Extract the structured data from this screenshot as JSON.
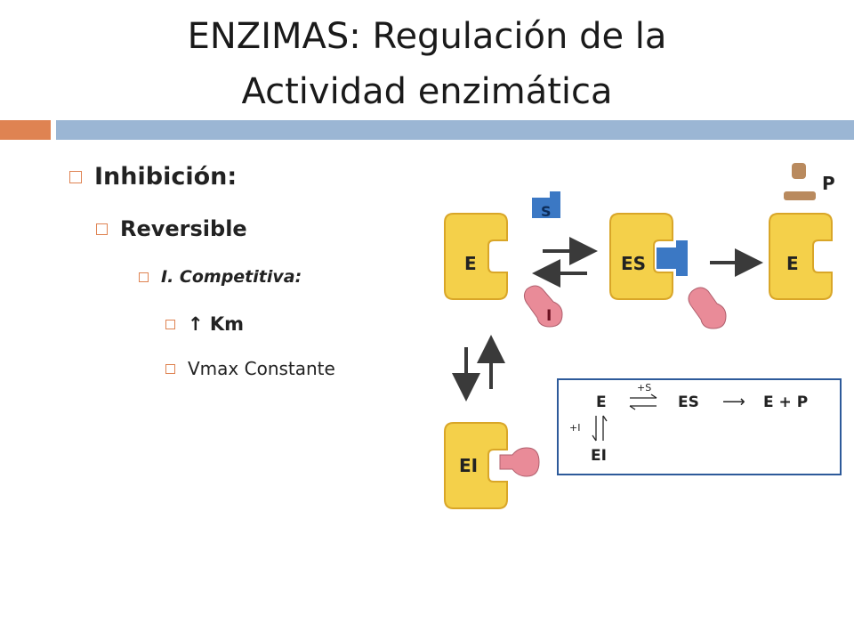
{
  "slide": {
    "title_line1": "ENZIMAS: Regulación de la",
    "title_line2": "Actividad enzimática"
  },
  "bullets": {
    "level1": "Inhibición:",
    "level2": "Reversible",
    "level3": "I. Competitiva:",
    "level4_km": "↑ Km",
    "level4_vmax": "Vmax Constante"
  },
  "diagram": {
    "enzyme_label": "E",
    "complex_label": "ES",
    "product_enzyme_label": "E",
    "substrate_label": "S",
    "inhibitor_label": "I",
    "product_label": "P",
    "ei_label": "EI",
    "scheme": {
      "e": "E",
      "plus_s": "+S",
      "es": "ES",
      "arrow": "⟶",
      "e_plus_p": "E + P",
      "plus_i": "+I",
      "ei": "EI"
    },
    "colors": {
      "enzyme": "#f4d04a",
      "enzyme_border": "#d9a628",
      "substrate": "#3b78c4",
      "inhibitor": "#e98b98",
      "product": "#b98a5e",
      "arrow": "#3a3a3a",
      "scheme_border": "#2d5a9a"
    }
  }
}
